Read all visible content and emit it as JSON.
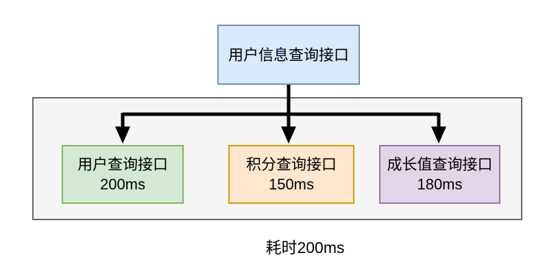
{
  "diagram": {
    "title_node": {
      "label": "用户信息查询接口"
    },
    "branches": [
      {
        "label": "用户查询接口",
        "latency": "200ms"
      },
      {
        "label": "积分查询接口",
        "latency": "150ms"
      },
      {
        "label": "成长值查询接口",
        "latency": "180ms"
      }
    ],
    "caption": "耗时200ms",
    "colors": {
      "root_fill": "#dae8fc",
      "root_stroke": "#6c8ebf",
      "branch_user_fill": "#d5e8d4",
      "branch_user_stroke": "#82b366",
      "branch_points_fill": "#ffe6cc",
      "branch_points_stroke": "#d79b00",
      "branch_growth_fill": "#e1d5e7",
      "branch_growth_stroke": "#9673a6",
      "group_fill": "#f5f5f5",
      "group_stroke": "#666666",
      "arrow": "#000000",
      "background": "#ffffff"
    }
  }
}
